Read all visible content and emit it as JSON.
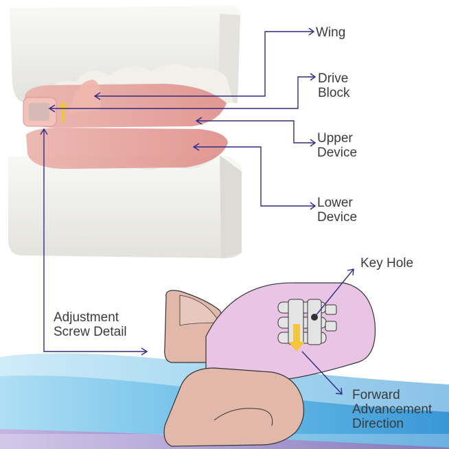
{
  "labels": {
    "wing": "Wing",
    "drive_block_line1": "Drive",
    "drive_block_line2": "Block",
    "upper_device_line1": "Upper",
    "upper_device_line2": "Device",
    "lower_device_line1": "Lower",
    "lower_device_line2": "Device",
    "key_hole": "Key Hole",
    "adjustment_line1": "Adjustment",
    "adjustment_line2": "Screw Detail",
    "forward_line1": "Forward",
    "forward_line2": "Advancement",
    "forward_line3": "Direction"
  },
  "colors": {
    "leader_line": "#2e2a86",
    "label_text": "#3a3a3a",
    "plaster_model": "#f0efea",
    "appliance_pink": "#e9a4a0",
    "gum_tissue": "#e2b8aa",
    "detail_sleeve": "#e9c4e4",
    "screw_metal": "#dcdcdc",
    "arrow_yellow": "#f2c53d",
    "bottom_band_blue": "#5fb8e6"
  }
}
